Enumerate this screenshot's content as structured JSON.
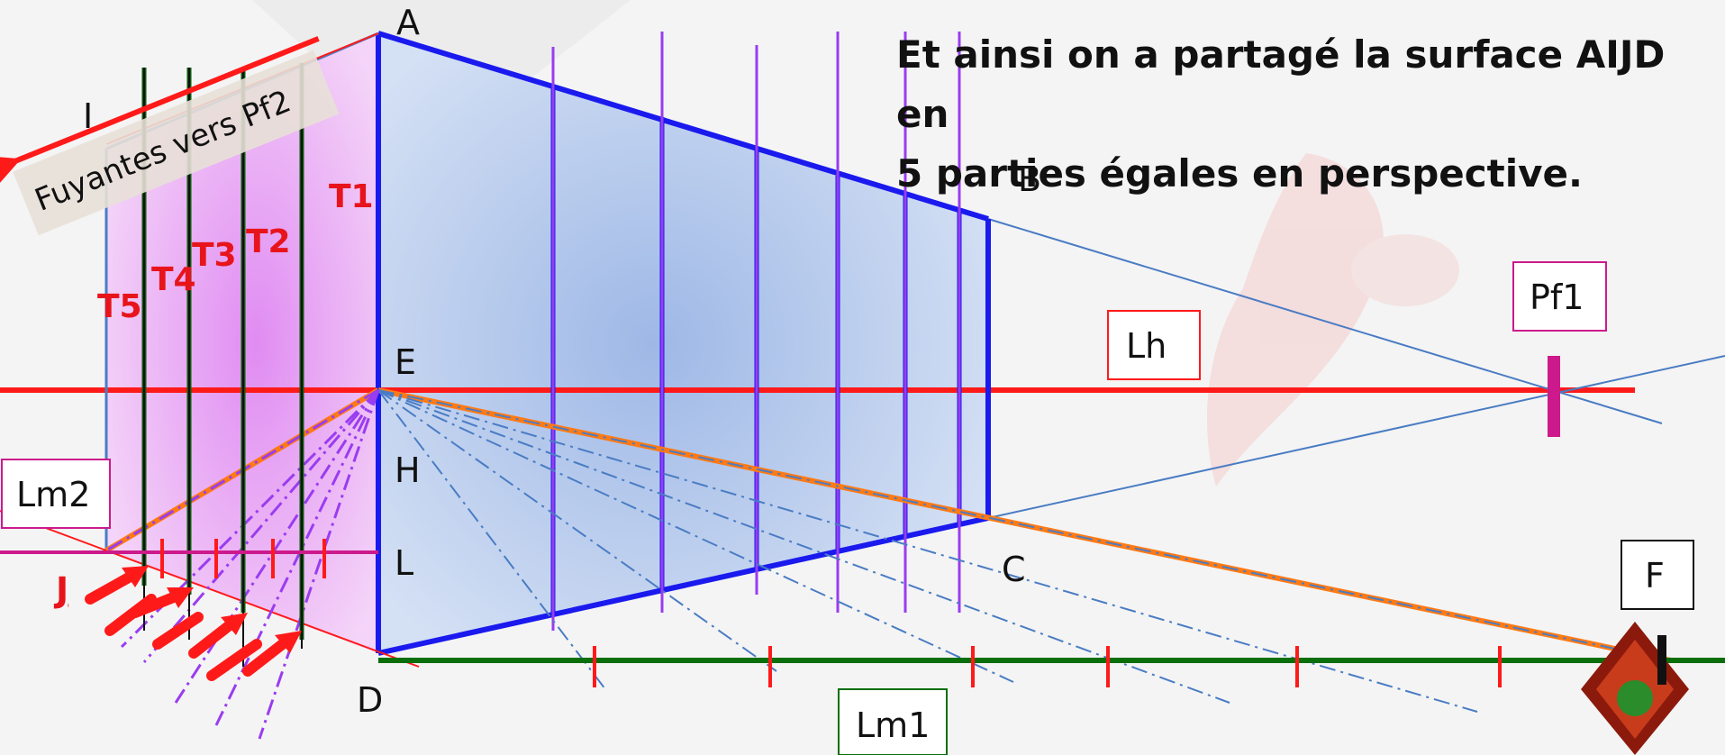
{
  "headline": {
    "line1": "Et ainsi on a partagé la surface AIJD en",
    "line2": "5 parties égales en perspective."
  },
  "points": {
    "A": "A",
    "B": "B",
    "C": "C",
    "D": "D",
    "E": "E",
    "F": "F",
    "H": "H",
    "I": "I",
    "J": "J",
    "L": "L"
  },
  "boxed_labels": {
    "lh": "Lh",
    "pf1": "Pf1",
    "lm1": "Lm1",
    "lm2": "Lm2"
  },
  "strips": [
    "T1",
    "T2",
    "T3",
    "T4",
    "T5"
  ],
  "fuyantes": "Fuyantes vers Pf2",
  "colors": {
    "horizon": "#ff1a1a",
    "edges": "#1a1aee",
    "orange": "#ff7a14",
    "ground": "#0a6e0a",
    "purple": "#9a3cf0",
    "magenta": "#cc1a8c",
    "red_label": "#e8141c"
  }
}
